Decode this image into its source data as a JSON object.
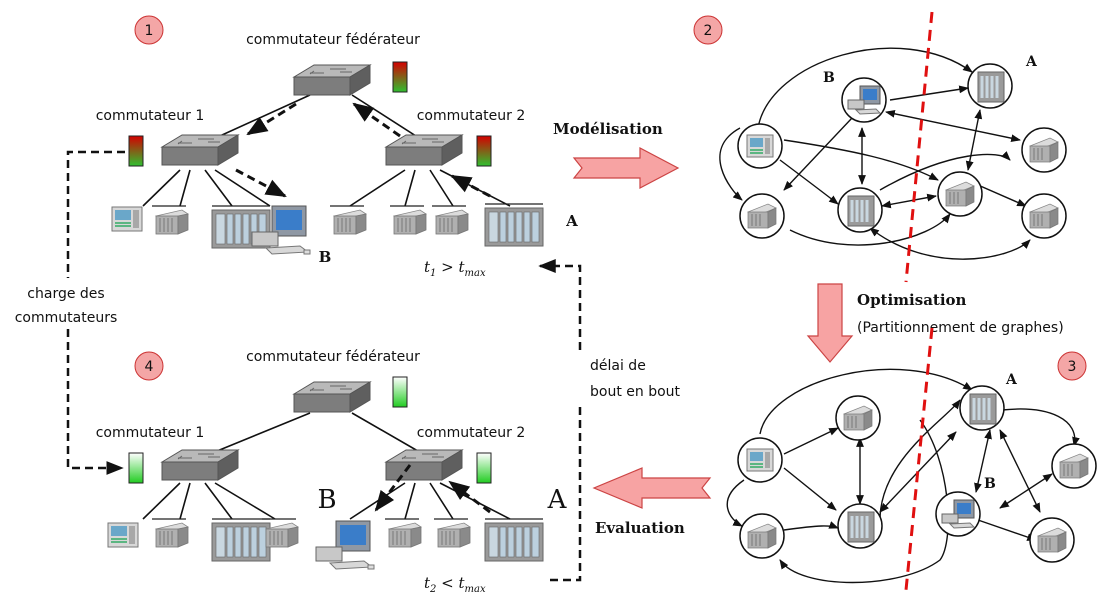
{
  "steps": [
    "1",
    "2",
    "3",
    "4"
  ],
  "switch_labels": {
    "federator": "commutateur fédérateur",
    "switch1": "commutateur 1",
    "switch2": "commutateur 2"
  },
  "node_labels": {
    "a": "A",
    "b": "B"
  },
  "timing": {
    "t1_base": "t",
    "t1_sub": "1",
    "t1_rel": " > ",
    "t2_base": "t",
    "t2_sub": "2",
    "t2_rel": " < ",
    "tmax_base": "t",
    "tmax_sub": "max"
  },
  "side_labels": {
    "charge_line1": "charge des",
    "charge_line2": "commutateurs",
    "delay_line1": "délai de",
    "delay_line2": "bout en bout"
  },
  "process": {
    "modelisation": "Modélisation",
    "optimisation": "Optimisation",
    "partitionnement": "(Partitionnement de graphes)",
    "evaluation": "Evaluation"
  },
  "colors": {
    "step_fill": "#f4a6a6",
    "arrow_fill": "#f7a3a3",
    "partition_line": "#e01010",
    "switch_gray": "#8a8a8a"
  }
}
